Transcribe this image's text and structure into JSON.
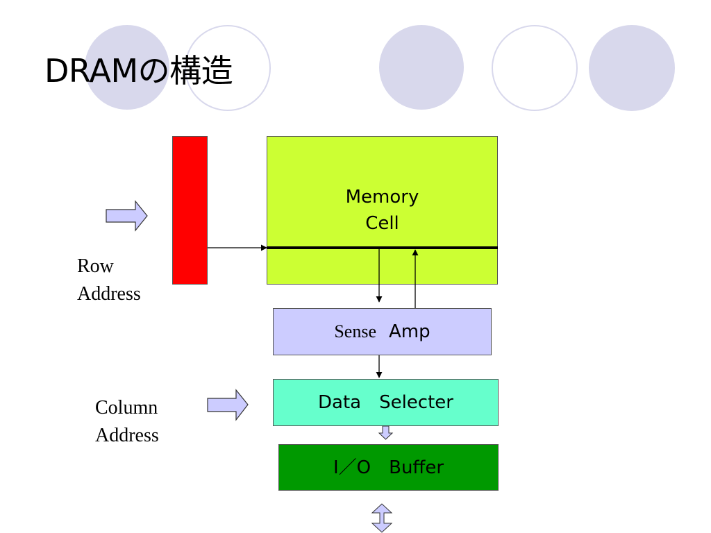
{
  "slide": {
    "title": "DRAMの構造",
    "accent_color": "#d8d8ec"
  },
  "diagram": {
    "row_decoder_color": "#ff0000",
    "memory_cell": {
      "line1": "Memory",
      "line2": "Cell",
      "color": "#ccff33"
    },
    "sense_amp": {
      "word1": "Sense",
      "word2": "Amp",
      "color": "#ccccff"
    },
    "data_selector": {
      "label": "Data　Selecter",
      "color": "#66ffcc"
    },
    "io_buffer": {
      "label": "I／O　Buffer",
      "color": "#009900"
    },
    "row_address": {
      "line1": "Row",
      "line2": "Address"
    },
    "column_address": {
      "line1": "Column",
      "line2": "Address"
    }
  }
}
